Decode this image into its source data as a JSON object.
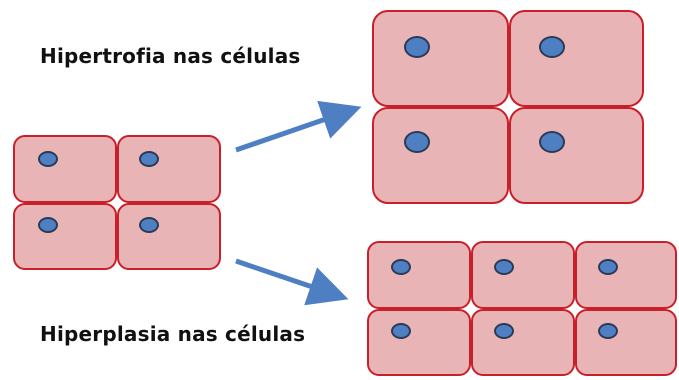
{
  "labels": {
    "hypertrophy": "Hipertrofia nas células",
    "hyperplasia": "Hiperplasia nas células"
  },
  "colors": {
    "cell_fill": "#e9b4b6",
    "cell_border": "#c8202a",
    "nucleus_fill": "#4f7fc3",
    "arrow": "#4f7fc3"
  },
  "groups": {
    "original": {
      "rows": 2,
      "cols": 2
    },
    "hypertrophy": {
      "rows": 2,
      "cols": 2
    },
    "hyperplasia": {
      "rows": 2,
      "cols": 3
    }
  }
}
